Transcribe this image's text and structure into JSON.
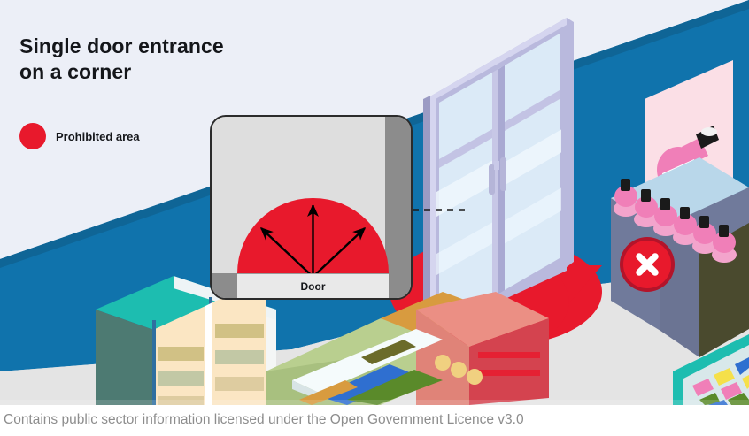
{
  "figure": {
    "title_lines": [
      "Single door entrance",
      "on a corner"
    ],
    "legend": {
      "swatch_name": "prohibited-area-dot",
      "label": "Prohibited area",
      "color": "#e8192c"
    },
    "inset": {
      "door_label": "Door",
      "swept_area_color": "#e8192c",
      "panel_fill": "#dedede",
      "panel_edge": "#8c8c8c",
      "panel_outline": "#2b2b2b",
      "arrow_count": 3,
      "arrow_color": "#000000"
    },
    "connector": {
      "style": "dashed",
      "color": "#1a1a1a"
    },
    "caption": "Contains public sector information licensed under the Open Government Licence v3.0",
    "scene": {
      "background": "#eceff7",
      "wall_color": "#1073ac",
      "floor_color": "#e2e2e2",
      "prohibited_floor_color": "#e8192c",
      "door_frame_color": "#c9c9e8",
      "door_glass_color": "#dbeaf7",
      "fridge_top_color": "#1dbdb0",
      "fridge_side_color": "#4d7a72",
      "display_unit_color": "#707a9b",
      "display_unit_side_color": "#4a4a2e",
      "bottle_color": "#f07fb8",
      "bottle_cap_color": "#1a1a1a",
      "poster_color": "#fbdfe6",
      "no_entry_badge": {
        "name": "no-entry-badge",
        "circle_color": "#e8192c",
        "glyph": "✕",
        "glyph_color": "#ffffff"
      },
      "shelf_colors": [
        "#eb8f84",
        "#d4434f",
        "#c5d89c",
        "#b9cf8f",
        "#d89b3f",
        "#e8192c"
      ],
      "bin_colors": [
        "#f07fb8",
        "#f5e04a",
        "#2f6fd0",
        "#5a8a2a",
        "#1dbdb0"
      ]
    }
  }
}
